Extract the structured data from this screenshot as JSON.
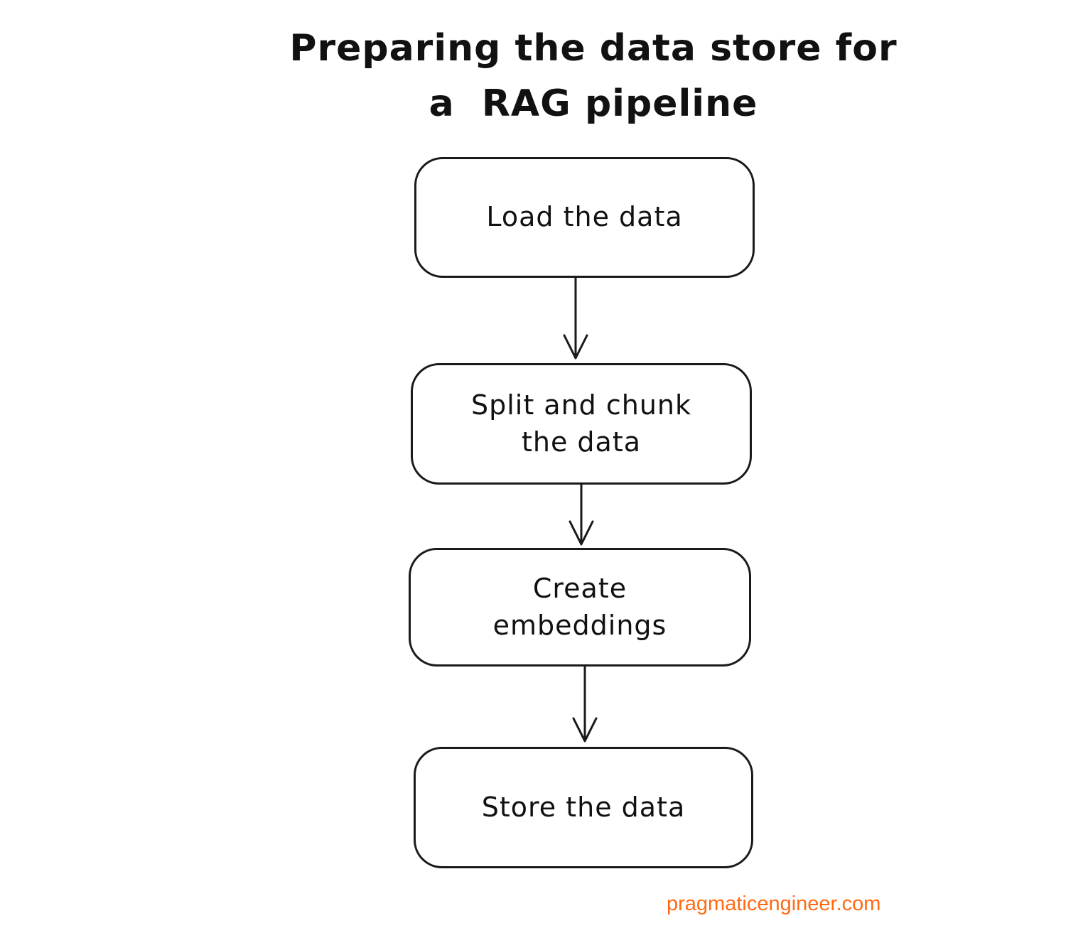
{
  "diagram": {
    "title": {
      "line1": "Preparing the data store for",
      "line2": "a  RAG pipeline"
    },
    "nodes": [
      {
        "id": "load-the-data",
        "label": "Load the data"
      },
      {
        "id": "split-and-chunk-the-data",
        "label": "Split and chunk the data"
      },
      {
        "id": "create-embeddings",
        "label": "Create embeddings"
      },
      {
        "id": "store-the-data",
        "label": "Store the data"
      }
    ],
    "edges": [
      {
        "from": "load-the-data",
        "to": "split-and-chunk-the-data"
      },
      {
        "from": "split-and-chunk-the-data",
        "to": "create-embeddings"
      },
      {
        "from": "create-embeddings",
        "to": "store-the-data"
      }
    ],
    "colors": {
      "stroke": "#1a1a1a",
      "node_fill": "#ffffff",
      "text": "#111111"
    }
  },
  "footer": {
    "text": "pragmaticengineer.com",
    "color": "#FF6A13"
  }
}
